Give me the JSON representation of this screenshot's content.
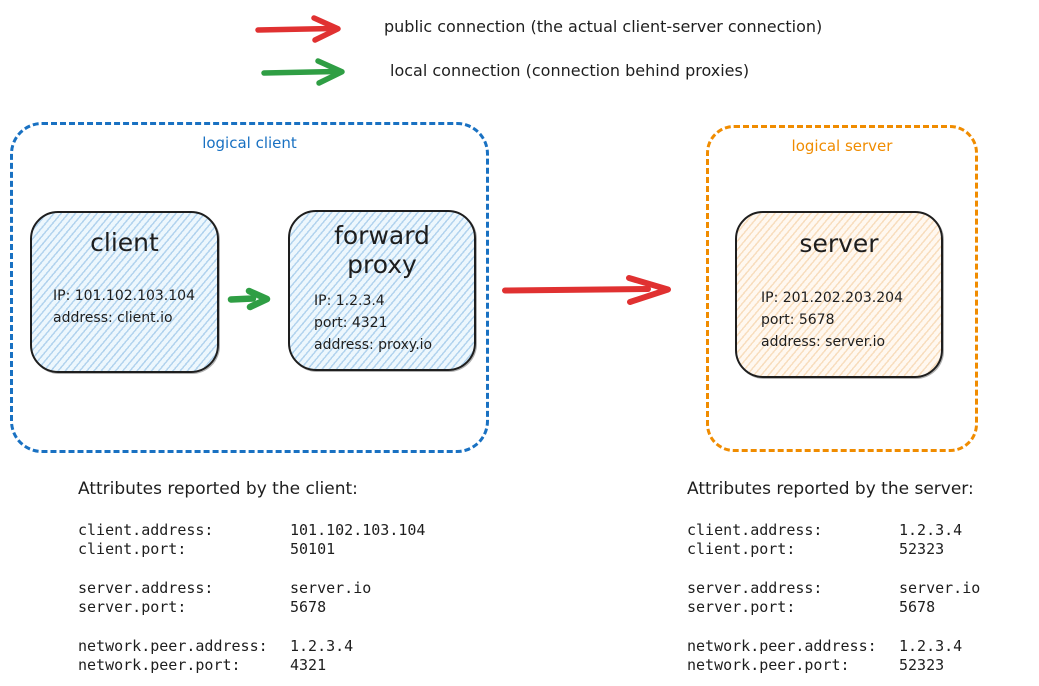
{
  "legend": {
    "items": [
      {
        "label": "public connection (the actual client-server connection)"
      },
      {
        "label": "local connection (connection behind proxies)"
      }
    ]
  },
  "logical_client": {
    "label": "logical client",
    "nodes": {
      "client": {
        "title": "client",
        "details": [
          "IP: 101.102.103.104",
          "address: client.io"
        ]
      },
      "forward_proxy": {
        "title_line1": "forward",
        "title_line2": "proxy",
        "details": [
          "IP: 1.2.3.4",
          "port: 4321",
          "address: proxy.io"
        ]
      }
    }
  },
  "logical_server": {
    "label": "logical server",
    "nodes": {
      "server": {
        "title": "server",
        "details": [
          "IP: 201.202.203.204",
          "port: 5678",
          "address: server.io"
        ]
      }
    }
  },
  "client_attributes": {
    "title": "Attributes reported by the client:",
    "groups": [
      {
        "rows": [
          {
            "key": "client.address:",
            "value": "101.102.103.104"
          },
          {
            "key": "client.port:",
            "value": "50101"
          }
        ]
      },
      {
        "rows": [
          {
            "key": "server.address:",
            "value": "server.io"
          },
          {
            "key": "server.port:",
            "value": "5678"
          }
        ]
      },
      {
        "rows": [
          {
            "key": "network.peer.address:",
            "value": "1.2.3.4"
          },
          {
            "key": "network.peer.port:",
            "value": "4321"
          }
        ]
      }
    ]
  },
  "server_attributes": {
    "title": "Attributes reported by the server:",
    "groups": [
      {
        "rows": [
          {
            "key": "client.address:",
            "value": "1.2.3.4"
          },
          {
            "key": "client.port:",
            "value": "52323"
          }
        ]
      },
      {
        "rows": [
          {
            "key": "server.address:",
            "value": "server.io"
          },
          {
            "key": "server.port:",
            "value": "5678"
          }
        ]
      },
      {
        "rows": [
          {
            "key": "network.peer.address:",
            "value": "1.2.3.4"
          },
          {
            "key": "network.peer.port:",
            "value": "52323"
          }
        ]
      }
    ]
  },
  "colors": {
    "public_connection": "#e03131",
    "local_connection": "#2f9e44",
    "logical_client": "#1971c2",
    "logical_server": "#f08c00",
    "ink": "#1e1e1e"
  }
}
